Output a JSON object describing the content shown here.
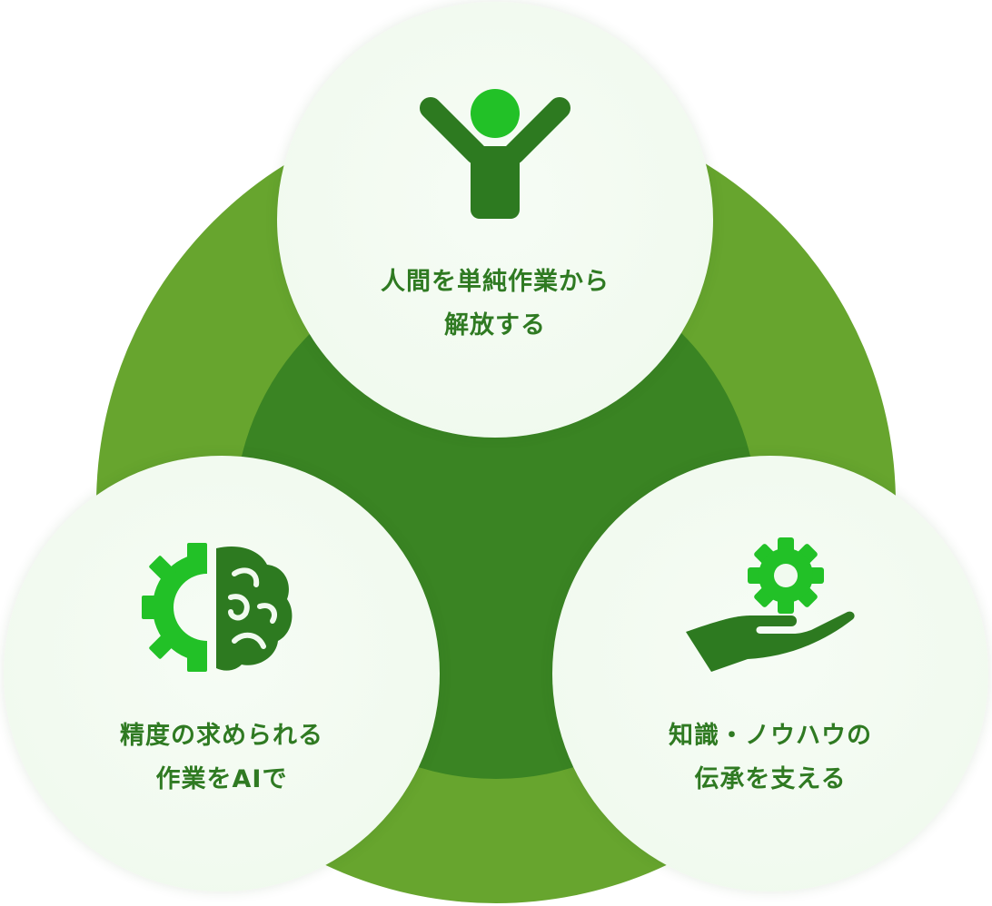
{
  "colors": {
    "outer_ring": "#67a52e",
    "inner_core": "#3a8423",
    "inner_ring_edge": "#2f7a22",
    "node_fill": "#f1faef",
    "icon_bright": "#22c127",
    "icon_dark": "#2d7a20",
    "label_text": "#2f7a22"
  },
  "nodes": [
    {
      "id": "top",
      "icon": "person-raising-arms-icon",
      "label_lines": [
        "人間を単純作業から",
        "解放する"
      ]
    },
    {
      "id": "left",
      "icon": "gear-brain-icon",
      "label_lines": [
        "精度の求められる",
        "作業をAIで"
      ]
    },
    {
      "id": "right",
      "icon": "hand-gear-icon",
      "label_lines": [
        "知識・ノウハウの",
        "伝承を支える"
      ]
    }
  ]
}
